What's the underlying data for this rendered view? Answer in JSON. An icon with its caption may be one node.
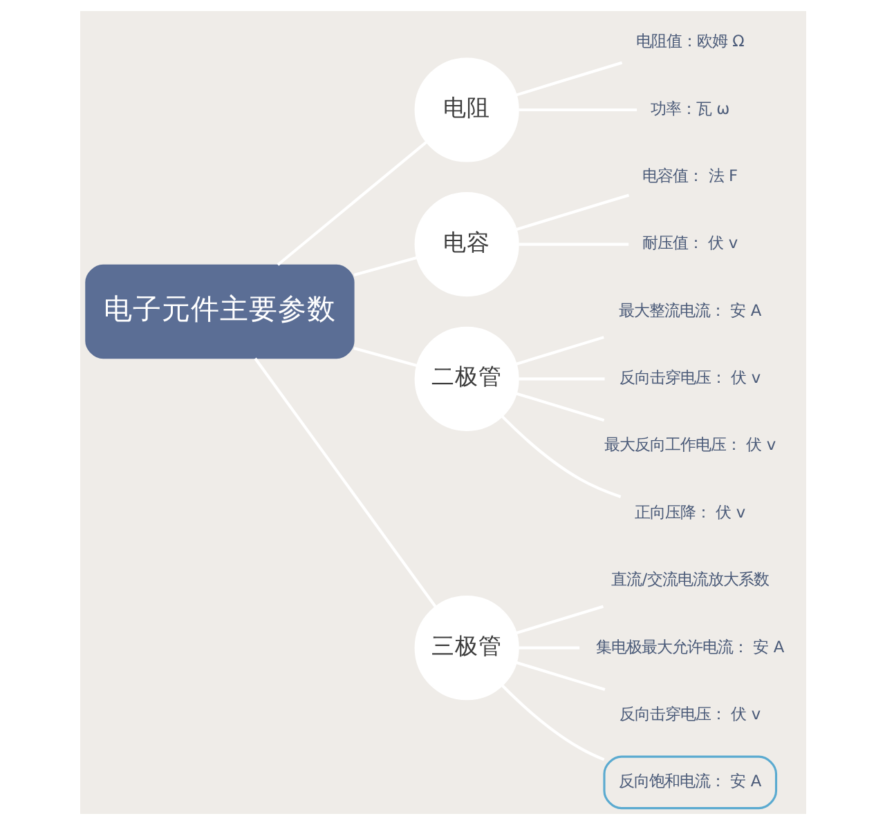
{
  "diagram": {
    "nodes": [
      {
        "text": [
          "电子元件主要参数"
        ]
      },
      {
        "text": [
          "电阻"
        ]
      },
      {
        "text": [
          "电阻值：欧姆 Ω"
        ]
      },
      {
        "text": [
          "功率：瓦 ω"
        ]
      },
      {
        "text": [
          "电容"
        ]
      },
      {
        "text": [
          "电容值： 法 F"
        ]
      },
      {
        "text": [
          "耐压值： 伏 v"
        ]
      },
      {
        "text": [
          "二极管"
        ]
      },
      {
        "text": [
          "最大整流电流： 安 A"
        ]
      },
      {
        "text": [
          "反向击穿电压： 伏 v"
        ]
      },
      {
        "text": [
          "最大反向工作电压： 伏 v"
        ]
      },
      {
        "text": [
          "正向压降： 伏 v"
        ]
      },
      {
        "text": [
          "三极管"
        ]
      },
      {
        "text": [
          "直流/交流电流放大系数"
        ]
      },
      {
        "text": [
          "集电极最大允许电流： 安 A"
        ]
      },
      {
        "text": [
          "反向击穿电压： 伏 v"
        ]
      },
      {
        "text": [
          "反向饱和电流： 安 A"
        ]
      }
    ],
    "edges": [
      {
        "from": 0,
        "to": 1,
        "arrow": "none"
      },
      {
        "from": 1,
        "to": 2,
        "arrow": "none"
      },
      {
        "from": 1,
        "to": 3,
        "arrow": "none"
      },
      {
        "from": 0,
        "to": 4,
        "arrow": "none"
      },
      {
        "from": 4,
        "to": 5,
        "arrow": "none"
      },
      {
        "from": 4,
        "to": 6,
        "arrow": "none"
      },
      {
        "from": 0,
        "to": 7,
        "arrow": "none"
      },
      {
        "from": 7,
        "to": 8,
        "arrow": "none"
      },
      {
        "from": 7,
        "to": 9,
        "arrow": "none"
      },
      {
        "from": 7,
        "to": 10,
        "arrow": "none"
      },
      {
        "from": 7,
        "to": 11,
        "arrow": "none"
      },
      {
        "from": 0,
        "to": 12,
        "arrow": "none"
      },
      {
        "from": 12,
        "to": 13,
        "arrow": "none"
      },
      {
        "from": 12,
        "to": 14,
        "arrow": "none"
      },
      {
        "from": 12,
        "to": 15,
        "arrow": "none"
      },
      {
        "from": 12,
        "to": 16,
        "arrow": "none"
      }
    ]
  }
}
